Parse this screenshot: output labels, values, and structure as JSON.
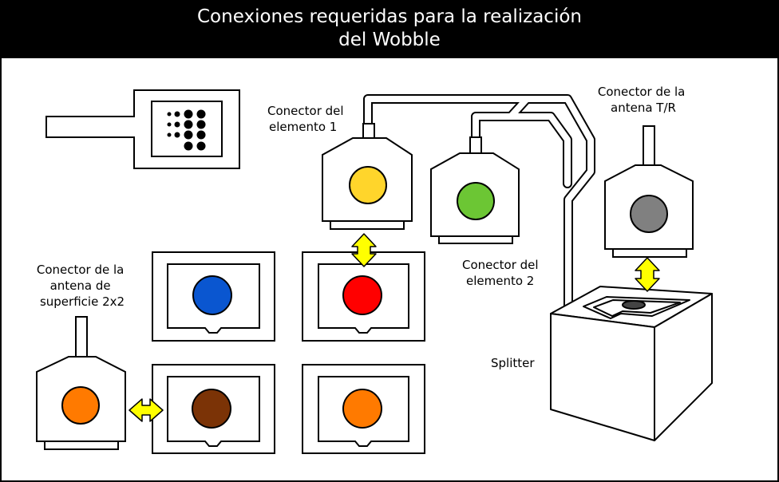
{
  "title": {
    "line1": "Conexiones requeridas para la realización",
    "line2": "del Wobble"
  },
  "labels": {
    "element1": [
      "Conector del",
      "elemento 1"
    ],
    "element2": [
      "Conector del",
      "elemento 2"
    ],
    "antenna_tr": [
      "Conector de la",
      "antena T/R"
    ],
    "surface_antenna": [
      "Conector de la",
      "antena de",
      "superficie 2x2"
    ],
    "splitter": "Splitter"
  },
  "colors": {
    "yellow": "#ffd52b",
    "green": "#6cc634",
    "gray": "#808080",
    "blue": "#0a56d0",
    "red": "#ff0000",
    "brown": "#7b3306",
    "orange": "#ff7a00",
    "arrow": "#ffff00"
  }
}
